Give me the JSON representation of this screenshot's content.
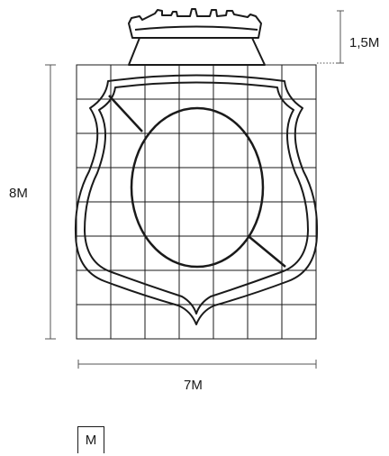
{
  "dimensions": {
    "crown_height": "1,5M",
    "height": "8M",
    "width": "7M"
  },
  "module_key": "M",
  "colors": {
    "stroke": "#1a1a1a",
    "grid": "#1a1a1a",
    "background": "#ffffff"
  }
}
